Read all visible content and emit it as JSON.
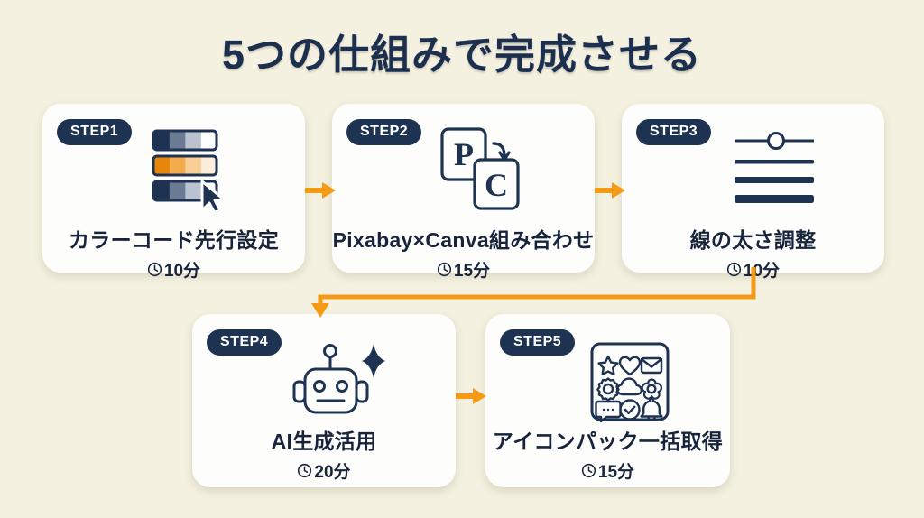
{
  "page": {
    "title": "5つの仕組みで完成させる",
    "background_color": "#f4f1e0",
    "accent_color": "#f59a14",
    "navy_color": "#1e3251",
    "card_color": "#fdfdfc"
  },
  "steps": [
    {
      "badge": "STEP1",
      "title": "カラーコード先行設定",
      "time": "10分",
      "icon": "color-swatch-bars-icon",
      "clock_icon": "clock-icon"
    },
    {
      "badge": "STEP2",
      "title": "Pixabay×Canva組み合わせ",
      "time": "15分",
      "icon": "pixabay-canva-cards-icon",
      "clock_icon": "clock-icon"
    },
    {
      "badge": "STEP3",
      "title": "線の太さ調整",
      "time": "10分",
      "icon": "line-weight-slider-icon",
      "clock_icon": "clock-icon"
    },
    {
      "badge": "STEP4",
      "title": "AI生成活用",
      "time": "20分",
      "icon": "robot-sparkle-icon",
      "clock_icon": "clock-icon"
    },
    {
      "badge": "STEP5",
      "title": "アイコンパック一括取得",
      "time": "15分",
      "icon": "icon-pack-grid-icon",
      "clock_icon": "clock-icon"
    }
  ],
  "connectors": [
    {
      "name": "arrow-step1-to-step2",
      "kind": "arrow-right"
    },
    {
      "name": "arrow-step2-to-step3",
      "kind": "arrow-right"
    },
    {
      "name": "arrow-step3-to-step4",
      "kind": "elbow-down-left"
    },
    {
      "name": "arrow-step4-to-step5",
      "kind": "arrow-right"
    }
  ]
}
